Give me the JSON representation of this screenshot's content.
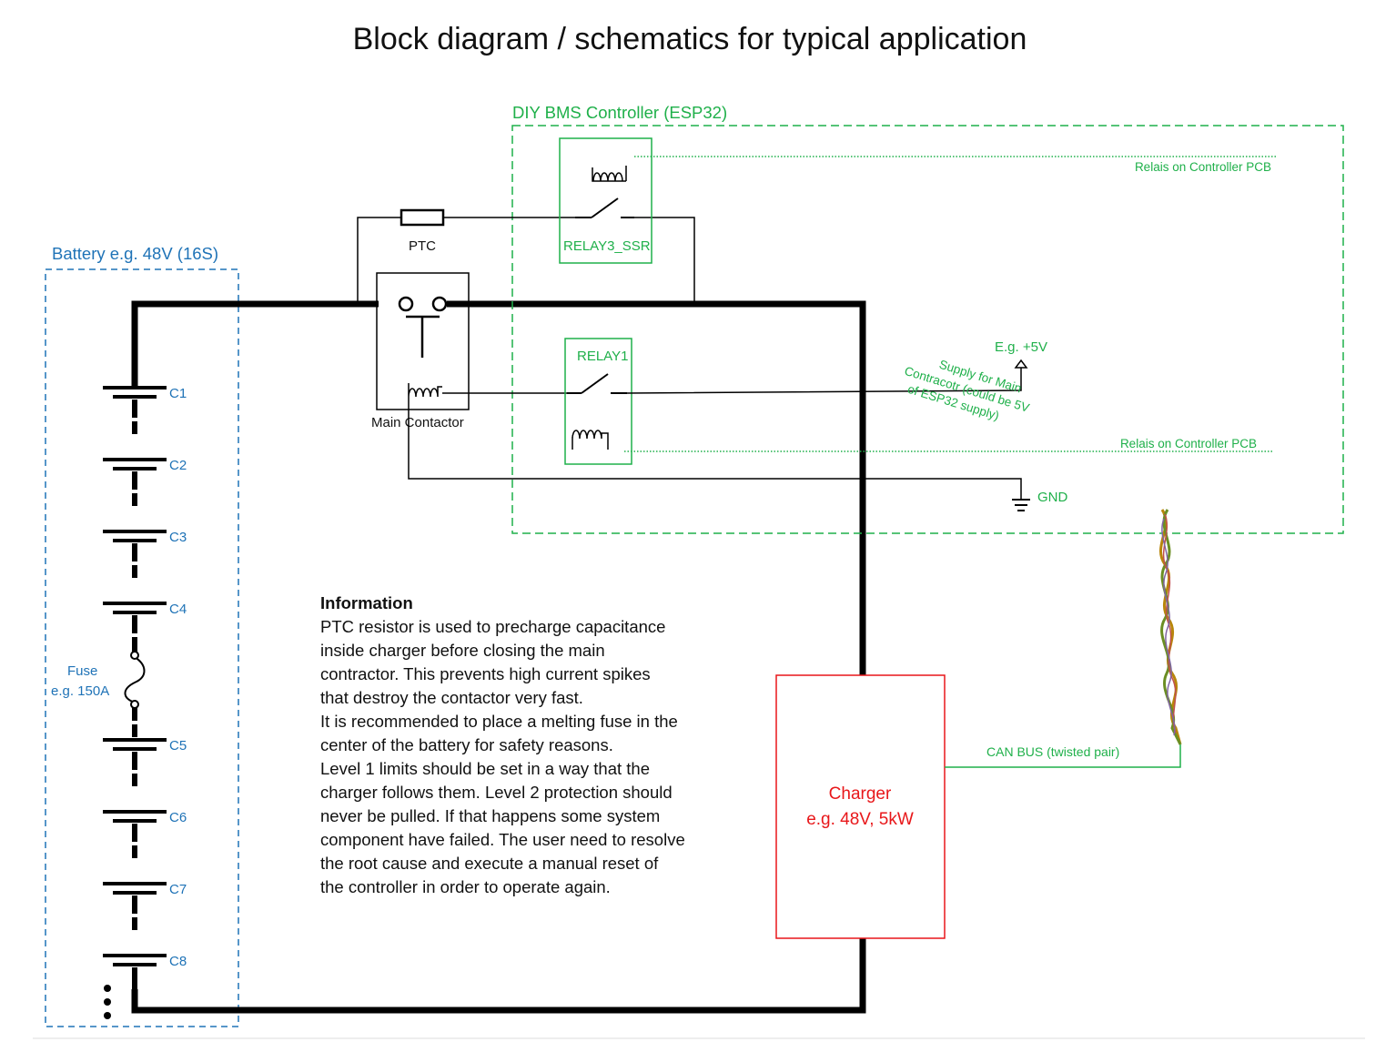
{
  "title": "Block diagram / schematics for typical application",
  "battery": {
    "label": "Battery e.g. 48V (16S)",
    "cells": [
      "C1",
      "C2",
      "C3",
      "C4",
      "C5",
      "C6",
      "C7",
      "C8"
    ],
    "fuse_label": "Fuse",
    "fuse_rating": "e.g. 150A"
  },
  "controller": {
    "label": "DIY BMS Controller (ESP32)",
    "relay3_label": "RELAY3_SSR",
    "relay1_label": "RELAY1",
    "relais_note_top": "Relais on Controller PCB",
    "relais_note_bottom": "Relais on Controller PCB",
    "supply_voltage": "E.g. +5V",
    "supply_note": [
      "Supply for Main",
      "Contracotr (could be 5V",
      "of ESP32 supply)"
    ],
    "gnd_label": "GND"
  },
  "components": {
    "ptc_label": "PTC",
    "main_contactor_label": "Main Contactor"
  },
  "charger": {
    "label": "Charger",
    "rating": "e.g. 48V, 5kW",
    "can_label": "CAN BUS (twisted pair)"
  },
  "information": {
    "heading": "Information",
    "lines": [
      "PTC resistor is used to precharge capacitance",
      "inside charger before closing the main",
      "contractor. This prevents high current spikes",
      "that destroy the contactor very fast.",
      "It is recommended to place a melting fuse in the",
      "center of the battery for safety reasons.",
      "Level 1 limits should be set in a way that the",
      "charger follows them. Level 2 protection should",
      "never be pulled. If that happens some system",
      "component have failed. The user need to resolve",
      "the root cause and execute a manual reset of",
      "the controller in order to operate again."
    ]
  },
  "colors": {
    "battery_blue": "#1f73b7",
    "controller_green": "#1fb04a",
    "charger_red": "#e8171a",
    "wire_black": "#000000"
  }
}
